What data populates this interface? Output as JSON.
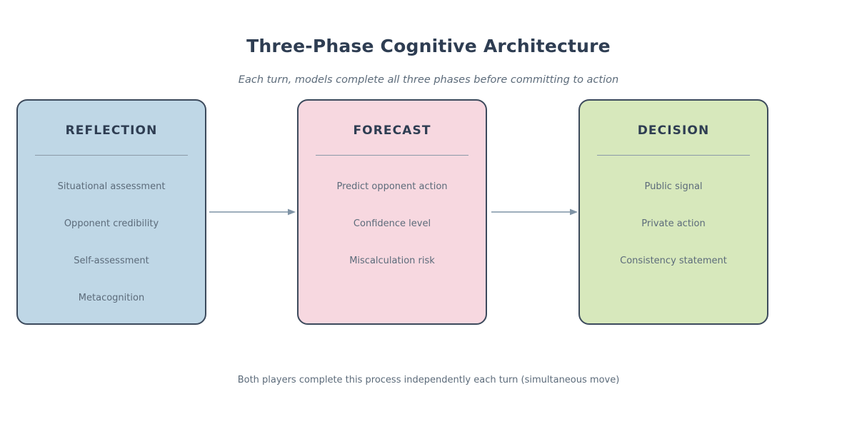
{
  "header": {
    "title": "Three-Phase Cognitive Architecture",
    "subtitle": "Each turn, models complete all three phases before committing to action"
  },
  "footer": {
    "note": "Both players complete this process independently each turn (simultaneous move)"
  },
  "colors": {
    "background": "#ffffff",
    "box_border": "#3c4a5c",
    "heading_text": "#2e3d52",
    "item_text": "#5c6b7a",
    "divider": "#8b9aa8",
    "arrow": "#7f93a5",
    "reflection_fill": "#bfd7e6",
    "forecast_fill": "#f7d8e0",
    "decision_fill": "#d7e8bc"
  },
  "phases": [
    {
      "heading": "REFLECTION",
      "fill": "#bfd7e6",
      "items": [
        "Situational assessment",
        "Opponent credibility",
        "Self-assessment",
        "Metacognition"
      ]
    },
    {
      "heading": "FORECAST",
      "fill": "#f7d8e0",
      "items": [
        "Predict opponent action",
        "Confidence level",
        "Miscalculation risk"
      ]
    },
    {
      "heading": "DECISION",
      "fill": "#d7e8bc",
      "items": [
        "Public signal",
        "Private action",
        "Consistency statement"
      ]
    }
  ],
  "arrows": [
    {
      "name": "reflection-to-forecast"
    },
    {
      "name": "forecast-to-decision"
    }
  ]
}
